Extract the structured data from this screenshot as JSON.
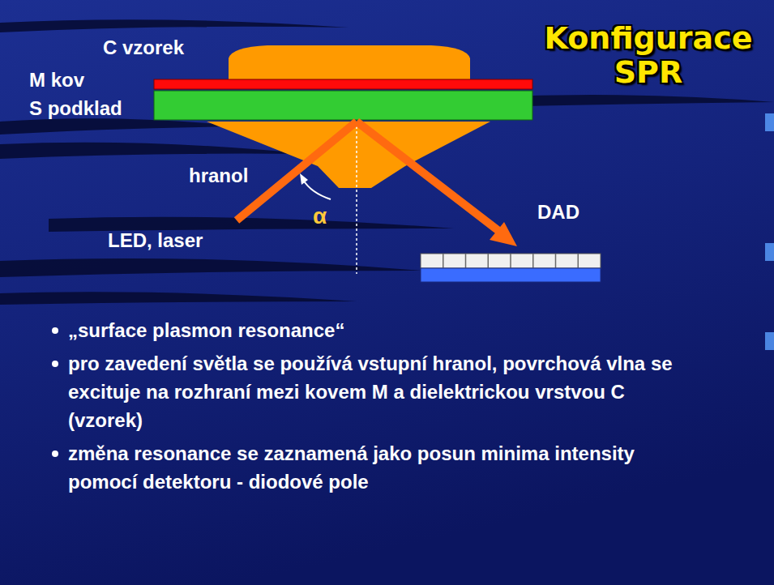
{
  "diagram": {
    "title": "Konfigurace SPR",
    "labels": [
      "C vzorek",
      "M kov",
      "S podklad",
      "hranol",
      "α",
      "LED, laser",
      "DAD",
      "„surface plasmon resonance“",
      "pro zavedení světla se používá vstupní hranol, povrchová vlna se excituje na rozhraní mezi kovem M a dielektrickou vrstvou C (vzorek)",
      "změna resonance se zaznamená jako posun minima intensity pomocí detektoru - diodové pole"
    ]
  }
}
